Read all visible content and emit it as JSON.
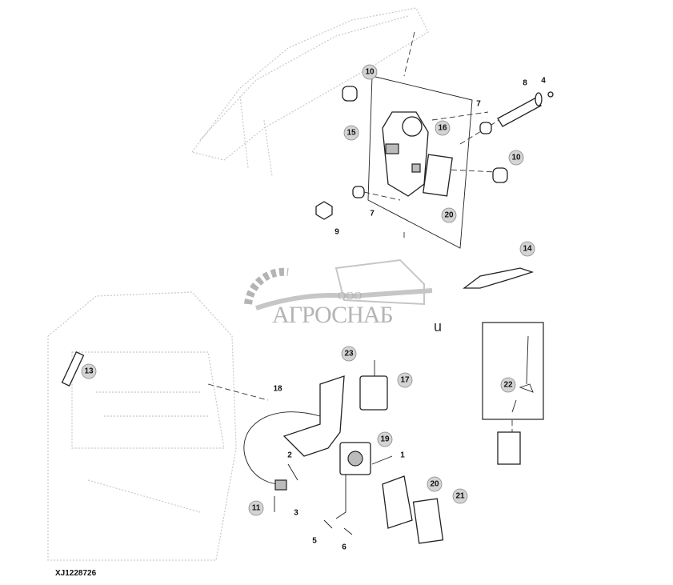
{
  "document_id": "XJ1228726",
  "watermark": {
    "prefix": "ООО",
    "name": "АГРОСНАБ",
    "suffix": "u"
  },
  "callouts": [
    {
      "label": "10",
      "circled": true
    },
    {
      "label": "8",
      "circled": false
    },
    {
      "label": "4",
      "circled": false
    },
    {
      "label": "7",
      "circled": false
    },
    {
      "label": "16",
      "circled": true
    },
    {
      "label": "15",
      "circled": true
    },
    {
      "label": "10",
      "circled": true
    },
    {
      "label": "20",
      "circled": true
    },
    {
      "label": "7",
      "circled": false
    },
    {
      "label": "9",
      "circled": false
    },
    {
      "label": "14",
      "circled": true
    },
    {
      "label": "13",
      "circled": true
    },
    {
      "label": "23",
      "circled": true
    },
    {
      "label": "17",
      "circled": true
    },
    {
      "label": "18",
      "circled": false
    },
    {
      "label": "22",
      "circled": true
    },
    {
      "label": "19",
      "circled": true
    },
    {
      "label": "1",
      "circled": false
    },
    {
      "label": "2",
      "circled": false
    },
    {
      "label": "20",
      "circled": true
    },
    {
      "label": "21",
      "circled": true
    },
    {
      "label": "11",
      "circled": true
    },
    {
      "label": "3",
      "circled": false
    },
    {
      "label": "5",
      "circled": false
    },
    {
      "label": "6",
      "circled": false
    }
  ]
}
